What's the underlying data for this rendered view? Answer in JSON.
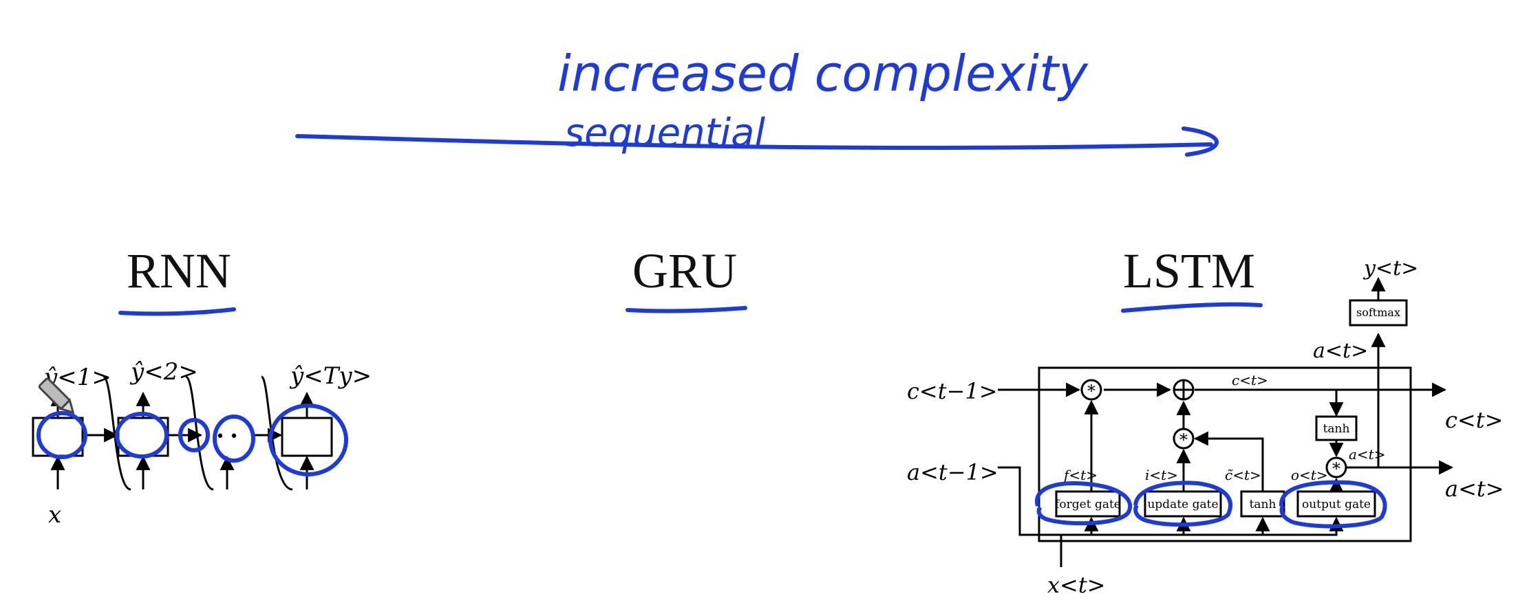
{
  "annotations": {
    "top_line1": "increased complexity",
    "top_line2": "sequential"
  },
  "titles": {
    "rnn": "RNN",
    "gru": "GRU",
    "lstm": "LSTM"
  },
  "rnn": {
    "y1": "ŷ<1>",
    "y2": "ŷ<2>",
    "yT": "ŷ<Ty>",
    "x": "x",
    "dots": "• •"
  },
  "lstm": {
    "c_prev": "c<t−1>",
    "a_prev": "a<t−1>",
    "x_t": "x<t>",
    "c_out": "c<t>",
    "a_out": "a<t>",
    "c_mid": "c<t>",
    "a_mid": "a<t>",
    "a_top": "a<t>",
    "y_top": "y<t>",
    "f_t": "f<t>",
    "i_t": "i<t>",
    "ctilde_t": "c̃<t>",
    "o_t": "o<t>",
    "forget_gate": "forget gate",
    "update_gate": "update gate",
    "tanh_gate": "tanh",
    "output_gate": "output gate",
    "tanh_box": "tanh",
    "softmax": "softmax",
    "mult_symbol": "*",
    "plus_symbol": "+"
  },
  "colors": {
    "ink": "#1f3bd6",
    "black": "#000000"
  },
  "icons": {
    "pen": "pencil-cursor-icon"
  }
}
